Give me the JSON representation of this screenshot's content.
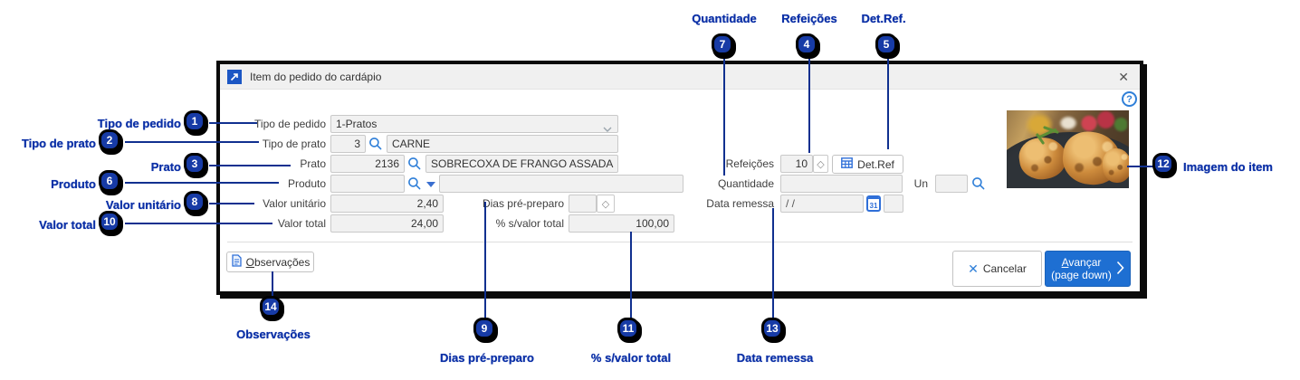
{
  "window": {
    "title": "Item do pedido do cardápio"
  },
  "icons": {
    "close": "✕",
    "help": "?",
    "spinner": "◇",
    "calendar_day": "31",
    "cancel_x": "✕"
  },
  "form": {
    "tipo_pedido": {
      "label": "Tipo de pedido",
      "value": "1-Pratos"
    },
    "tipo_prato": {
      "label": "Tipo de prato",
      "code": "3",
      "desc": "CARNE"
    },
    "prato": {
      "label": "Prato",
      "code": "2136",
      "desc": "SOBRECOXA DE FRANGO ASSADA"
    },
    "produto": {
      "label": "Produto"
    },
    "valor_unitario": {
      "label": "Valor unitário",
      "value": "2,40"
    },
    "valor_total": {
      "label": "Valor total",
      "value": "24,00"
    },
    "dias_pre_preparo": {
      "label": "Dias pré-preparo"
    },
    "perc_s_valor_total": {
      "label": "% s/valor total",
      "value": "100,00"
    },
    "refeicoes": {
      "label": "Refeições",
      "value": "10"
    },
    "det_ref": {
      "label": "Det.Ref"
    },
    "quantidade": {
      "label": "Quantidade"
    },
    "un": {
      "label": "Un"
    },
    "data_remessa": {
      "label": "Data remessa",
      "value": "/ /"
    }
  },
  "buttons": {
    "observacoes": {
      "first": "O",
      "rest": "bservações"
    },
    "cancelar": {
      "label": "Cancelar"
    },
    "avancar": {
      "first": "A",
      "rest": "vançar",
      "line2": "(page down)"
    }
  },
  "callouts": {
    "c1": {
      "num": "1",
      "label": "Tipo de pedido"
    },
    "c2": {
      "num": "2",
      "label": "Tipo de prato"
    },
    "c3": {
      "num": "3",
      "label": "Prato"
    },
    "c4": {
      "num": "4",
      "label": "Refeições"
    },
    "c5": {
      "num": "5",
      "label": "Det.Ref."
    },
    "c6": {
      "num": "6",
      "label": "Produto"
    },
    "c7": {
      "num": "7",
      "label": "Quantidade"
    },
    "c8": {
      "num": "8",
      "label": "Valor unitário"
    },
    "c9": {
      "num": "9",
      "label": "Dias pré-preparo"
    },
    "c10": {
      "num": "10",
      "label": "Valor total"
    },
    "c11": {
      "num": "11",
      "label": "% s/valor total"
    },
    "c12": {
      "num": "12",
      "label": "Imagem do item"
    },
    "c13": {
      "num": "13",
      "label": "Data remessa"
    },
    "c14": {
      "num": "14",
      "label": "Observações"
    }
  },
  "colors": {
    "accent_blue": "#1e6fd2",
    "balloon_blue": "#173ba6",
    "callout_text": "#0a2fa6",
    "icon_blue": "#2f7fd8"
  }
}
